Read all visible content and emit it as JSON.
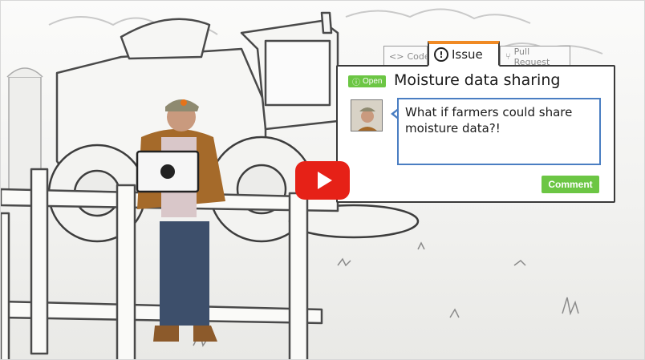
{
  "issue_card": {
    "tabs": [
      {
        "label": "Code",
        "icon": "code-icon"
      },
      {
        "label": "Issue",
        "icon": "issue-icon"
      },
      {
        "label": "Pull Request",
        "icon": "pull-request-icon"
      }
    ],
    "status": "Open",
    "title": "Moisture data sharing",
    "comment_text": "What if farmers could share moisture data?!",
    "comment_button": "Comment"
  },
  "video": {
    "play_icon": "play-icon"
  },
  "colors": {
    "play_red": "#e62117",
    "accent_orange": "#f08a24",
    "open_green": "#6cc644",
    "comment_blue": "#4a7ec2"
  }
}
